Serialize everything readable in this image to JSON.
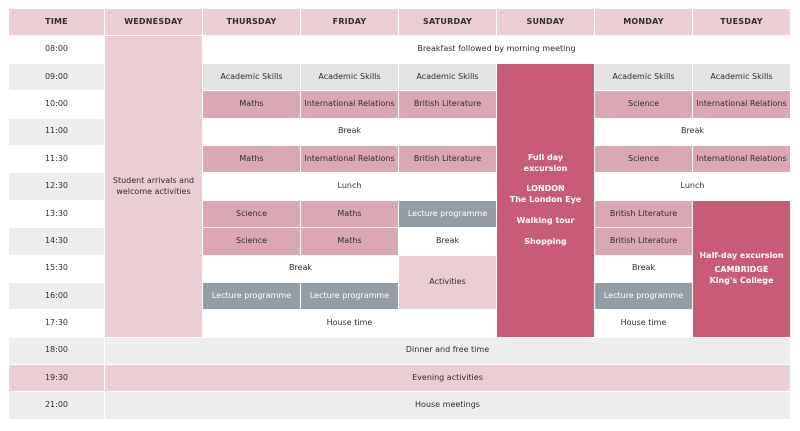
{
  "days": [
    "TIME",
    "WEDNESDAY",
    "THURSDAY",
    "FRIDAY",
    "SATURDAY",
    "SUNDAY",
    "MONDAY",
    "TUESDAY"
  ],
  "times": [
    "08:00",
    "09:00",
    "10:00",
    "11:00",
    "11:30",
    "12:30",
    "13:30",
    "14:30",
    "15:30",
    "16:00",
    "17:30",
    "18:00",
    "19:30",
    "21:00"
  ],
  "wednesday": {
    "line1": "Student arrivals and",
    "line2": "welcome activities"
  },
  "breakfast": "Breakfast followed by morning meeting",
  "academic_skills": "Academic Skills",
  "maths": "Maths",
  "international_relations": "International Relations",
  "british_literature": "British Literature",
  "science": "Science",
  "break": "Break",
  "lunch": "Lunch",
  "lecture_programme": "Lecture programme",
  "activities": "Activities",
  "house_time": "House time",
  "sunday": {
    "line1": "Full day",
    "line2": "excursion",
    "line3": "LONDON",
    "line4": "The London Eye",
    "line5": "Walking tour",
    "line6": "Shopping"
  },
  "tuesday_excursion": {
    "line1": "Half-day excursion",
    "line2": "CAMBRIDGE",
    "line3": "King's College"
  },
  "dinner": "Dinner and free time",
  "evening": "Evening activities",
  "house_meetings": "House meetings"
}
